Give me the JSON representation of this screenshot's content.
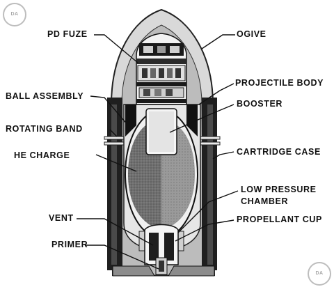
{
  "labels": {
    "pd_fuze": "PD FUZE",
    "ogive": "OGIVE",
    "projectile_body": "PROJECTILE BODY",
    "ball_assembly": "BALL ASSEMBLY",
    "booster": "BOOSTER",
    "rotating_band": "ROTATING BAND",
    "cartridge_case": "CARTRIDGE CASE",
    "he_charge": "HE CHARGE",
    "low_pressure_chamber_line1": "LOW PRESSURE",
    "low_pressure_chamber_line2": "CHAMBER",
    "vent": "VENT",
    "propellant_cup": "PROPELLANT CUP",
    "primer": "PRIMER"
  },
  "watermark": "DA"
}
